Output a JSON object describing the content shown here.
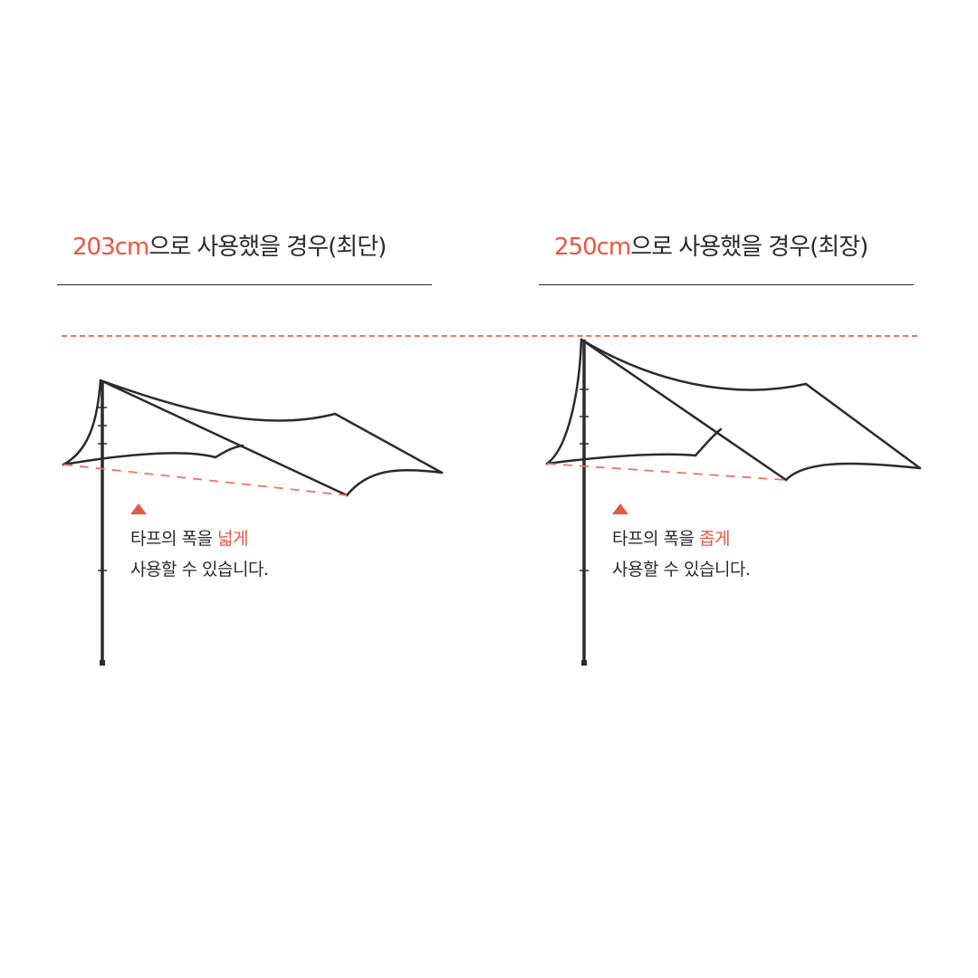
{
  "panels": [
    {
      "title_highlight": "203cm",
      "title_rest": "으로 사용했을 경우(최단)",
      "caption_line1_prefix": "타프의 폭을 ",
      "caption_line1_highlight": "넓게",
      "caption_line2": "사용할 수 있습니다."
    },
    {
      "title_highlight": "250cm",
      "title_rest": "으로 사용했을 경우(최장)",
      "caption_line1_prefix": "타프의 폭을 ",
      "caption_line1_highlight": "좁게",
      "caption_line2": "사용할 수 있습니다."
    }
  ],
  "colors": {
    "accent": "#e8573f",
    "dashed": "#ee7360",
    "line": "#2b2b2b",
    "background": "#ffffff"
  },
  "icons": [
    "triangle-marker-icon",
    "pole-icon",
    "tarp-icon"
  ]
}
